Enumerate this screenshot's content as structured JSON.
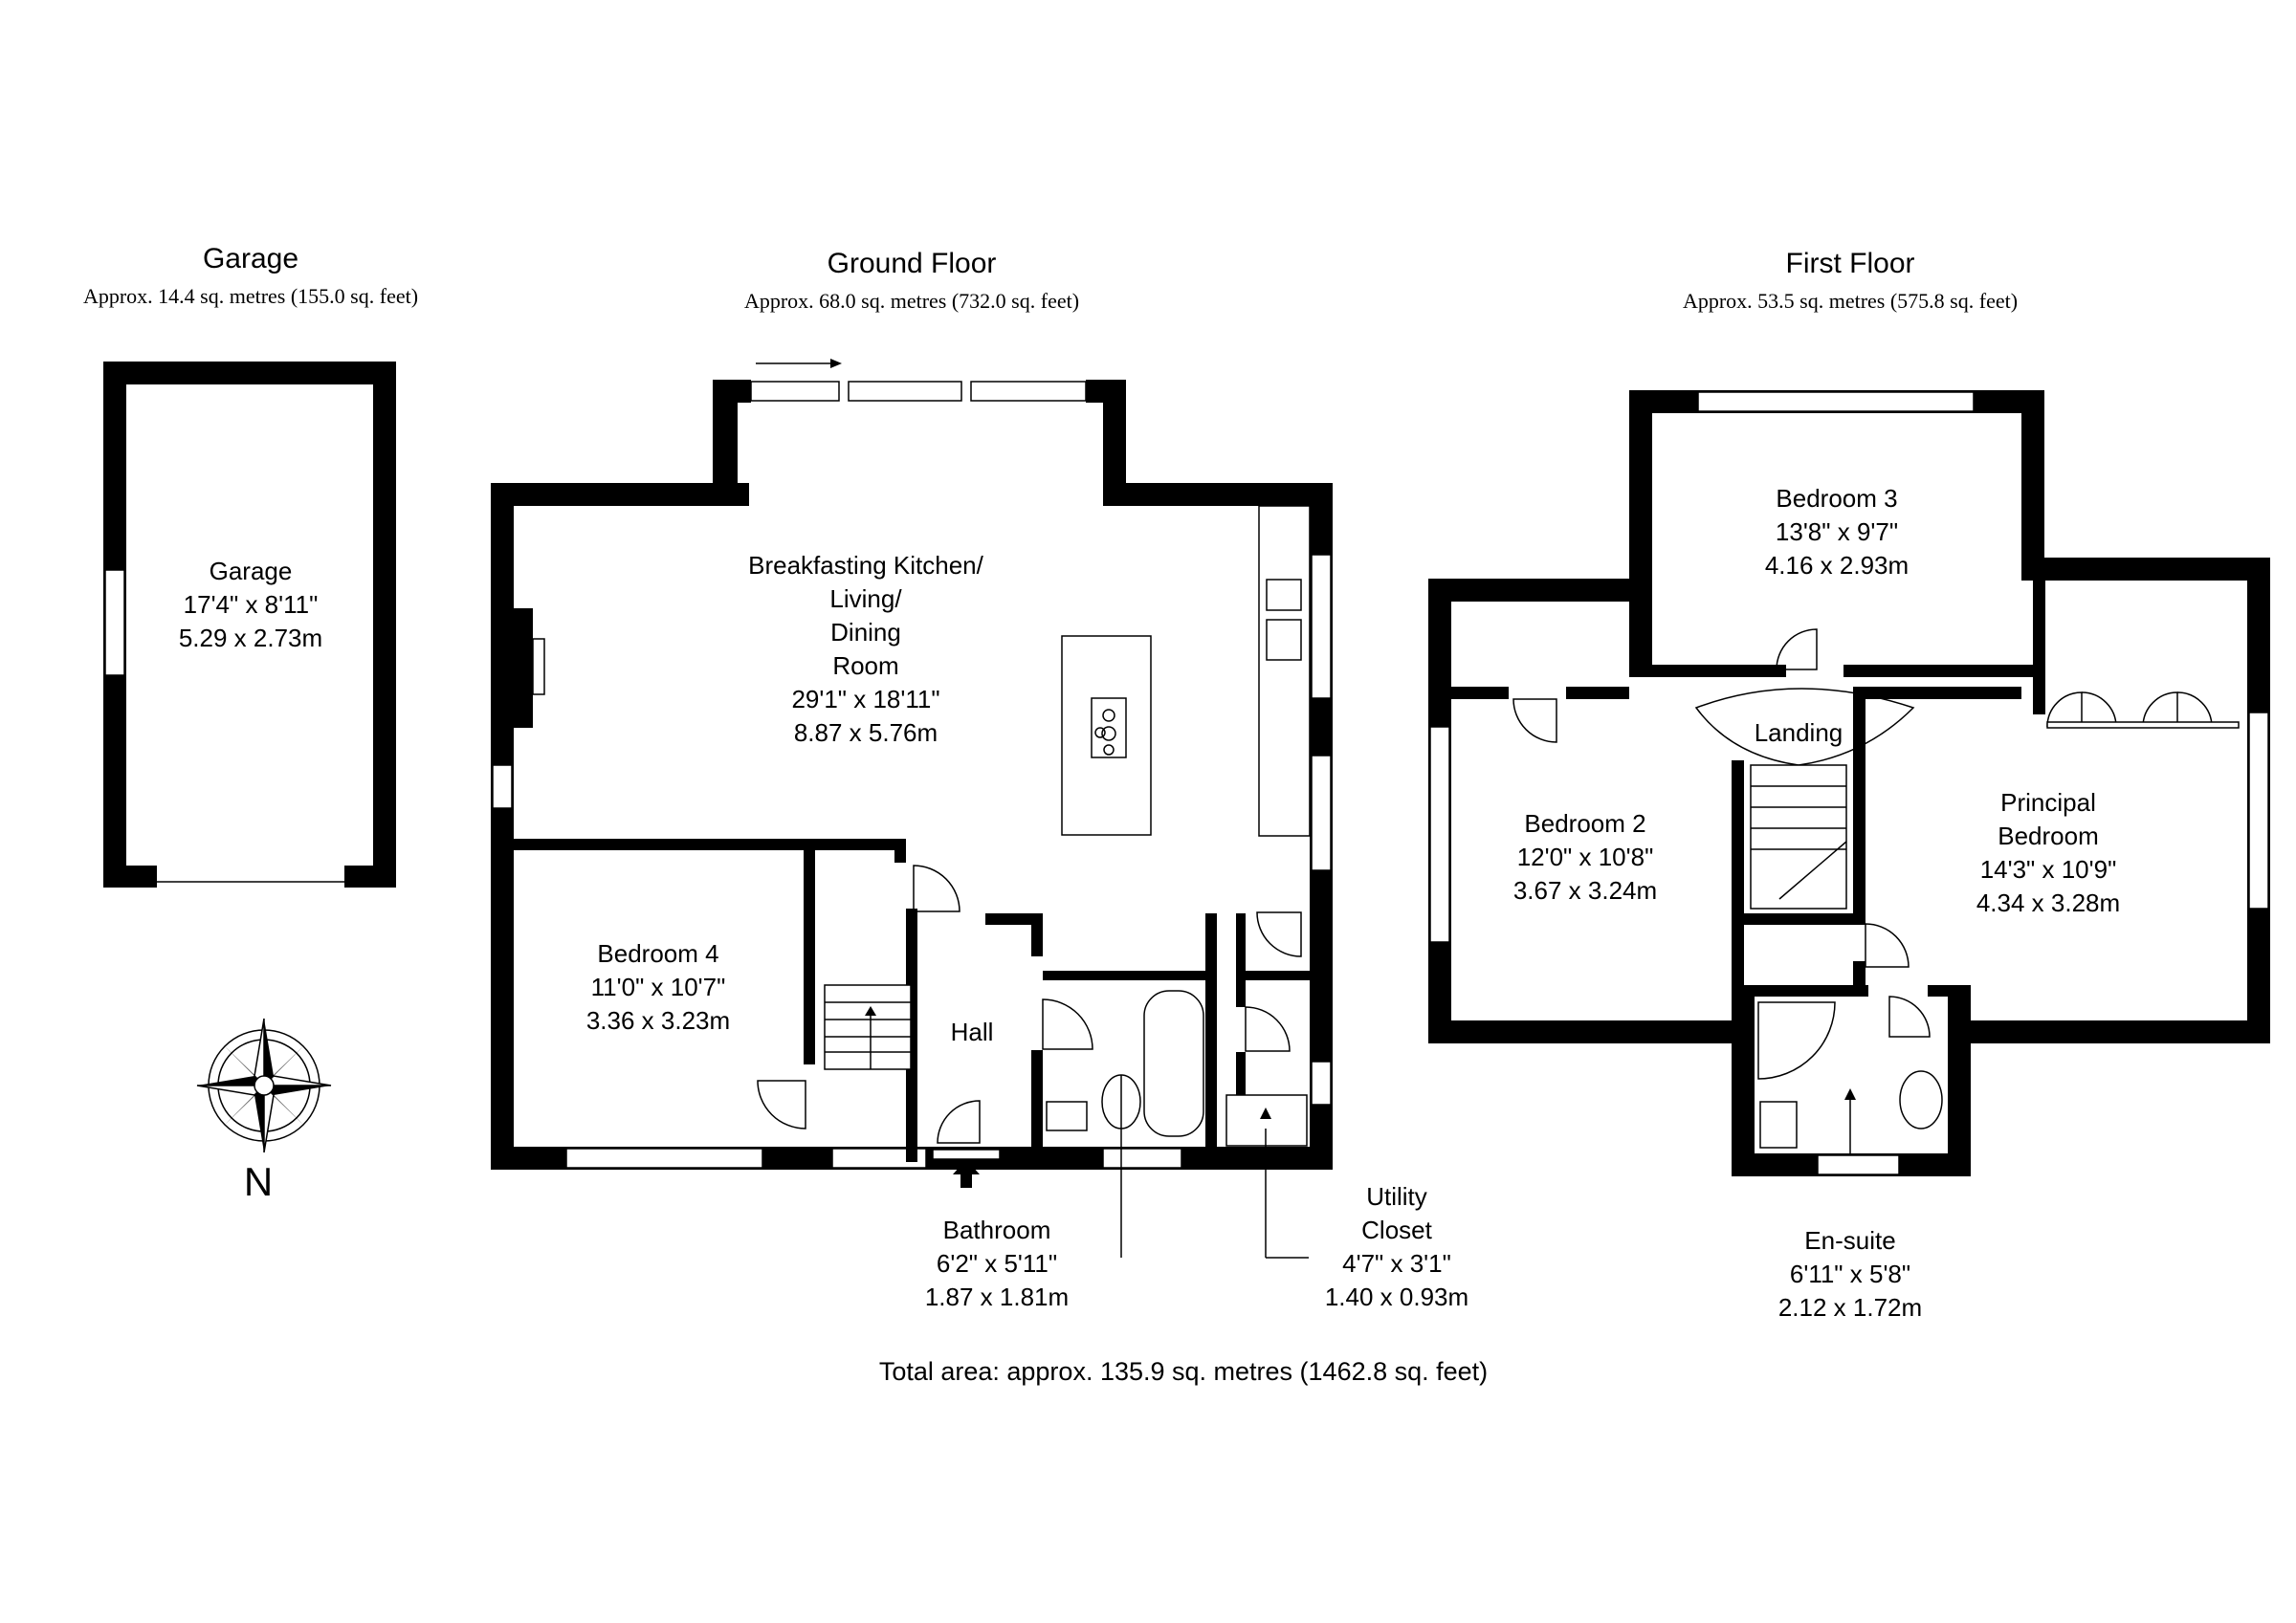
{
  "garage": {
    "title": "Garage",
    "area": "Approx. 14.4 sq. metres (155.0 sq. feet)",
    "room": {
      "name": "Garage",
      "imperial": "17'4\" x 8'11\"",
      "metric": "5.29 x 2.73m"
    }
  },
  "ground_floor": {
    "title": "Ground Floor",
    "area": "Approx. 68.0 sq. metres (732.0 sq. feet)",
    "kitchen": {
      "name_lines": [
        "Breakfasting Kitchen/",
        "Living/",
        "Dining",
        "Room"
      ],
      "imperial": "29'1\" x 18'11\"",
      "metric": "8.87 x 5.76m"
    },
    "bedroom4": {
      "name": "Bedroom 4",
      "imperial": "11'0\" x 10'7\"",
      "metric": "3.36 x 3.23m"
    },
    "hall": {
      "name": "Hall"
    },
    "bathroom": {
      "name": "Bathroom",
      "imperial": "6'2\" x 5'11\"",
      "metric": "1.87 x 1.81m"
    },
    "utility": {
      "name_lines": [
        "Utility",
        "Closet"
      ],
      "imperial": "4'7\" x 3'1\"",
      "metric": "1.40 x 0.93m"
    }
  },
  "first_floor": {
    "title": "First Floor",
    "area": "Approx. 53.5 sq. metres (575.8 sq. feet)",
    "bedroom3": {
      "name": "Bedroom 3",
      "imperial": "13'8\" x 9'7\"",
      "metric": "4.16 x 2.93m"
    },
    "landing": {
      "name": "Landing"
    },
    "bedroom2": {
      "name": "Bedroom 2",
      "imperial": "12'0\" x 10'8\"",
      "metric": "3.67 x 3.24m"
    },
    "principal": {
      "name_lines": [
        "Principal",
        "Bedroom"
      ],
      "imperial": "14'3\" x 10'9\"",
      "metric": "4.34 x 3.28m"
    },
    "ensuite": {
      "name": "En-suite",
      "imperial": "6'11\" x 5'8\"",
      "metric": "2.12 x 1.72m"
    }
  },
  "compass": {
    "label": "N",
    "icon": "compass-rose-icon"
  },
  "total_area": "Total area: approx. 135.9 sq. metres (1462.8 sq. feet)"
}
